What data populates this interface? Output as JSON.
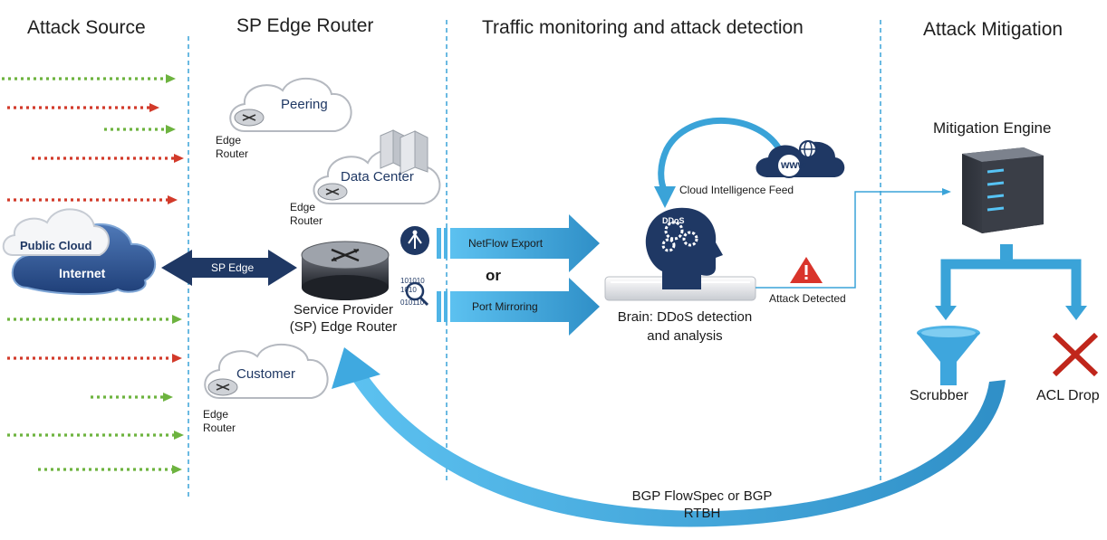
{
  "headers": {
    "attack_source": "Attack Source",
    "sp_edge_router": "SP Edge Router",
    "traffic_monitoring": "Traffic monitoring and attack detection",
    "attack_mitigation": "Attack Mitigation"
  },
  "clouds": {
    "peering": "Peering",
    "data_center": "Data Center",
    "customer": "Customer",
    "public_cloud": "Public Cloud",
    "internet": "Internet"
  },
  "labels": {
    "edge_router": "Edge Router",
    "sp_edge": "SP Edge",
    "service_provider_line1": "Service Provider",
    "service_provider_line2": "(SP) Edge Router",
    "netflow_export": "NetFlow Export",
    "or": "or",
    "port_mirroring": "Port Mirroring",
    "cloud_intelligence_feed": "Cloud Intelligence Feed",
    "www": "www",
    "ddos": "DDoS",
    "brain_line1": "Brain: DDoS detection",
    "brain_line2": "and analysis",
    "attack_detected": "Attack Detected",
    "mitigation_engine": "Mitigation Engine",
    "scrubber": "Scrubber",
    "acl_drop": "ACL Drop",
    "bgp_line1": "BGP FlowSpec or BGP",
    "bgp_line2": "RTBH",
    "binary_1": "101010",
    "binary_2": "1010",
    "binary_3": "010110"
  },
  "attack_arrows": [
    {
      "color": "green"
    },
    {
      "color": "red"
    },
    {
      "color": "green"
    },
    {
      "color": "red"
    },
    {
      "color": "red"
    },
    {
      "color": "green"
    },
    {
      "color": "red"
    },
    {
      "color": "green"
    },
    {
      "color": "green"
    },
    {
      "color": "green"
    }
  ],
  "colors": {
    "green_traffic": "#6db33f",
    "red_traffic": "#d23a2a",
    "arrow_blue": "#4fb4e6",
    "navy": "#1f3864",
    "divider": "#3aa3d8",
    "alert_red": "#d9342b"
  }
}
